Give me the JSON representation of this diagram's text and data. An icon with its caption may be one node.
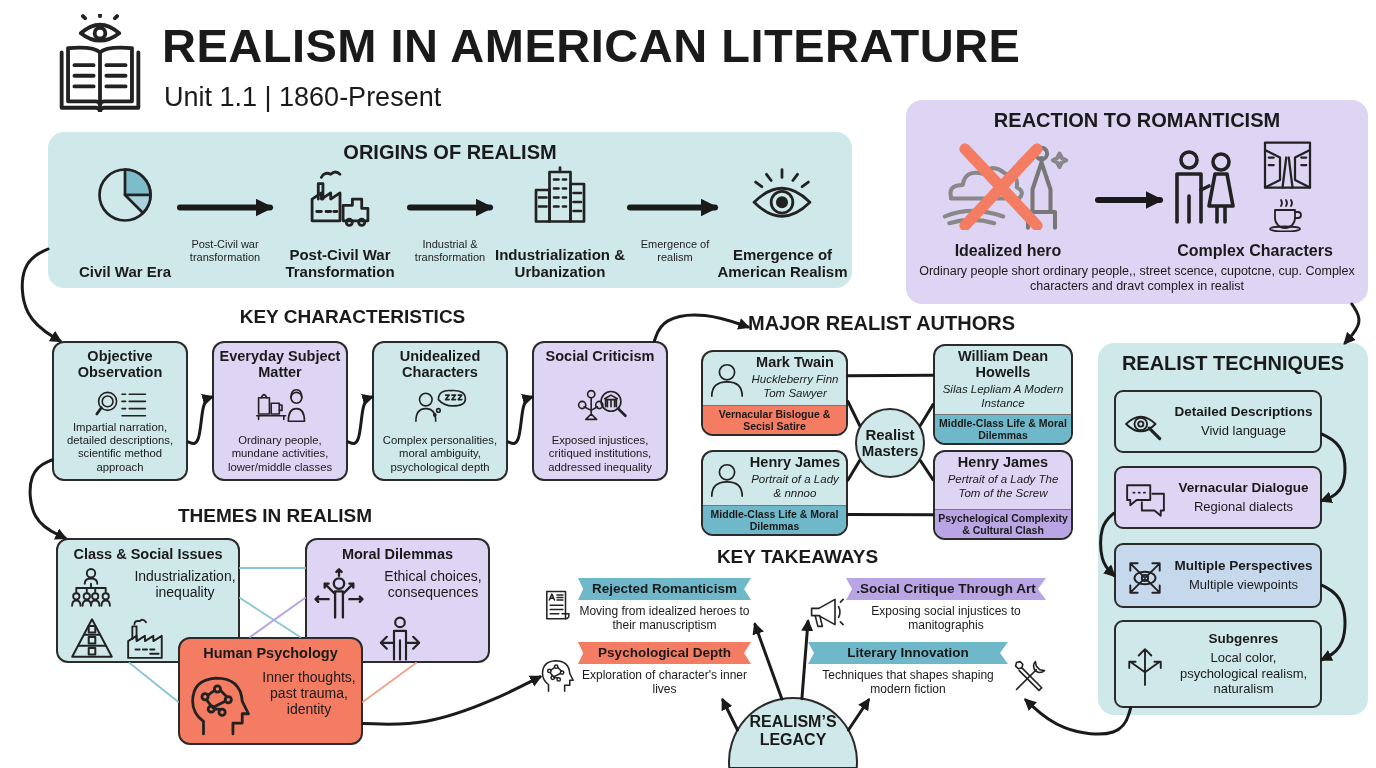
{
  "diagram": {
    "title": "REALISM IN AMERICAN LITERATURE",
    "nodes": [
      {
        "text": [
          "ORIGINS OF REALISM"
        ]
      },
      {
        "text": [
          "Civil War Era"
        ],
        "in": 0
      },
      {
        "text": [
          "Post-Civil War Transformation"
        ],
        "in": 0
      },
      {
        "text": [
          "Industrialization & Urbanization"
        ],
        "in": 0
      },
      {
        "text": [
          "Emergence of American Realism"
        ],
        "in": 0
      },
      {
        "text": [
          "REACTION TO ROMANTICISM",
          "Ordinary people short ordinary people,, street scence, cupotcne, cup. Complex characters and dravt complex in realist"
        ]
      },
      {
        "text": [
          "Idealized hero"
        ],
        "in": 5
      },
      {
        "text": [
          "Complex Characters"
        ],
        "in": 5
      },
      {
        "text": [
          "Objective Observation",
          "Impartial narration, detailed descriptions, scientific method approach"
        ]
      },
      {
        "text": [
          "Everyday Subject Matter",
          "Ordinary people, mundane activities, lower/middle classes"
        ]
      },
      {
        "text": [
          "Unidealized Characters",
          "Complex personalities, moral ambiguity, psychological depth"
        ]
      },
      {
        "text": [
          "Social Criticism",
          "Exposed injustices, critiqued institutions, addressed inequality"
        ]
      },
      {
        "text": [
          "MAJOR REALIST AUTHORS"
        ]
      },
      {
        "text": [
          "Mark Twain",
          "Huckleberry Finn Tom Sawyer",
          "Vernacular Bislogue & Secisl Satire"
        ]
      },
      {
        "text": [
          "William Dean Howells",
          "Silas Lepliam A Modern Instance",
          "Middle-Class Life & Moral Dilemmas"
        ]
      },
      {
        "text": [
          "Realist Masters"
        ]
      },
      {
        "text": [
          "Henry James",
          "Portrait of a Lady & nnnoo",
          "Middle-Class Life & Moral Dilemmas"
        ]
      },
      {
        "text": [
          "Henry James",
          "Pertrait of a Lady The Tom of the Screw",
          "Psychelogical Complexity & Cultural Clash"
        ]
      },
      {
        "text": [
          "REALIST TECHNIQUES"
        ]
      },
      {
        "text": [
          "Detailed Descriptions",
          "Vivid language"
        ],
        "in": 18
      },
      {
        "text": [
          "Vernacular Dialogue",
          "Regional dialects"
        ],
        "in": 18
      },
      {
        "text": [
          "Multiple Perspectives",
          "Multiple viewpoints"
        ],
        "in": 18
      },
      {
        "text": [
          "Subgenres",
          "Local color, psychological realism, naturalism"
        ],
        "in": 18
      },
      {
        "text": [
          "Class & Social Issues",
          "Industrialization, inequality"
        ]
      },
      {
        "text": [
          "Moral Dilemmas",
          "Ethical choices, consequences"
        ]
      },
      {
        "text": [
          "Human Psychology",
          "Inner thoughts, past trauma, identity"
        ]
      },
      {
        "text": [
          "Rejected Romanticism",
          "Moving from idealized heroes to their manuscriptism"
        ]
      },
      {
        "text": [
          ".Social Critique Through Art",
          "Exposing social injustices to manitographis"
        ]
      },
      {
        "text": [
          "Psychological Depth",
          "Exploration of character's inner lives"
        ]
      },
      {
        "text": [
          "Literary Innovation",
          "Techniques that shapes shaping modern fiction"
        ]
      },
      {
        "text": [
          "REALISM’S LEGACY"
        ]
      }
    ],
    "edges": [
      {
        "from": 1,
        "to": 2,
        "arrow": "to",
        "label": "Post-Civil war transformation",
        "style": "thick"
      },
      {
        "from": 2,
        "to": 3,
        "arrow": "to",
        "label": "Industrial & transformation",
        "style": "thick"
      },
      {
        "from": 3,
        "to": 4,
        "arrow": "to",
        "label": "Emergence of realism",
        "style": "thick"
      },
      {
        "from": 6,
        "to": 7,
        "arrow": "to",
        "style": "thick"
      },
      {
        "from": 0,
        "to": 8,
        "arrow": "to"
      },
      {
        "from": 8,
        "to": 9,
        "arrow": "to"
      },
      {
        "from": 9,
        "to": 10,
        "arrow": "to"
      },
      {
        "from": 10,
        "to": 11,
        "arrow": "to"
      },
      {
        "from": 8,
        "to": 23,
        "arrow": "to"
      },
      {
        "from": 11,
        "to": 12,
        "arrow": "to"
      },
      {
        "from": 13,
        "to": 14,
        "arrow": "none"
      },
      {
        "from": 13,
        "to": 15,
        "arrow": "none"
      },
      {
        "from": 14,
        "to": 15,
        "arrow": "none"
      },
      {
        "from": 16,
        "to": 15,
        "arrow": "none"
      },
      {
        "from": 17,
        "to": 15,
        "arrow": "none"
      },
      {
        "from": 16,
        "to": 17,
        "arrow": "none"
      },
      {
        "from": 5,
        "to": 18,
        "arrow": "to"
      },
      {
        "from": 19,
        "to": 20,
        "arrow": "to"
      },
      {
        "from": 20,
        "to": 21,
        "arrow": "to"
      },
      {
        "from": 21,
        "to": 22,
        "arrow": "to"
      },
      {
        "from": 23,
        "to": 24,
        "arrow": "none",
        "color": "#8cc8d3"
      },
      {
        "from": 23,
        "to": 25,
        "arrow": "none",
        "color": "#8cc8d3"
      },
      {
        "from": 24,
        "to": 25,
        "arrow": "none",
        "color": "#b8a4e0"
      },
      {
        "from": 23,
        "to": 25,
        "arrow": "none",
        "color": "#8cc8d3"
      },
      {
        "from": 24,
        "to": 25,
        "arrow": "none",
        "color": "#f2a58e"
      },
      {
        "from": 25,
        "to": 28,
        "arrow": "to"
      },
      {
        "from": 22,
        "to": 29,
        "arrow": "to"
      },
      {
        "from": 30,
        "to": 26,
        "arrow": "to"
      },
      {
        "from": 30,
        "to": 27,
        "arrow": "to"
      },
      {
        "from": 30,
        "to": 28,
        "arrow": "to"
      },
      {
        "from": 30,
        "to": 29,
        "arrow": "to"
      }
    ],
    "labels": [
      "Unit 1.1 | 1860-Present",
      "KEY CHARACTERISTICS",
      "THEMES IN REALISM",
      "KEY TAKEAWAYS"
    ]
  }
}
